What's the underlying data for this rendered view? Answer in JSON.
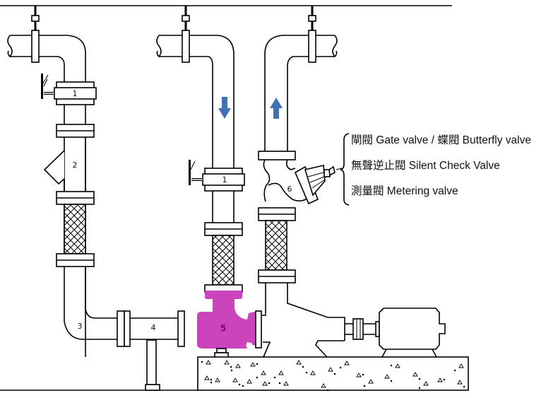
{
  "diagram": {
    "title": "Pump piping arrangement",
    "colors": {
      "pump_fill": "#cc44bb",
      "flow_arrow": "#3f72b0",
      "line": "#000000"
    },
    "component_labels": {
      "gate_valve_left": "1",
      "strainer": "2",
      "elbow": "3",
      "tee": "4",
      "pump": "5",
      "gate_valve_mid": "1",
      "check_valve": "6"
    },
    "flow_arrows": [
      {
        "name": "suction-flow-arrow",
        "direction": "down"
      },
      {
        "name": "discharge-flow-arrow",
        "direction": "up"
      }
    ],
    "legend": {
      "items": [
        "閘閥 Gate valve /  蝶閥 Butterfly valve",
        "無聲逆止閥 Silent Check Valve",
        "測量閥 Metering valve"
      ]
    }
  }
}
